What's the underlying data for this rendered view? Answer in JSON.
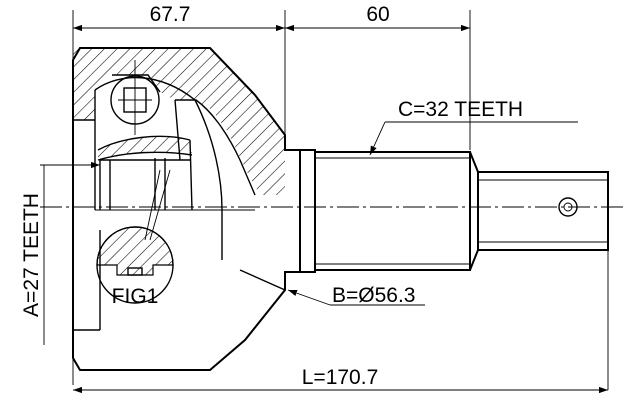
{
  "diagram": {
    "dim_top_left": "67.7",
    "dim_top_right": "60",
    "spline_c": "C=32 TEETH",
    "spline_a": "A=27 TEETH",
    "diameter_b": "B=Ø56.3",
    "length_l": "L=170.7",
    "figure_label": "FIG1"
  }
}
